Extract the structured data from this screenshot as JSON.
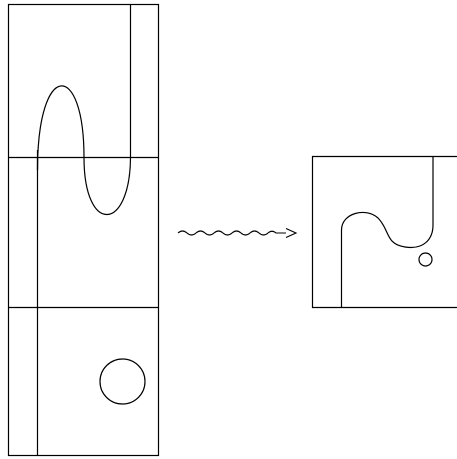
{
  "diagram": {
    "stroke_color": "#000000",
    "background_color": "#ffffff",
    "left_panel": {
      "cells": 3,
      "top_cell": {
        "curve": "s-curve"
      },
      "middle_cell": {
        "curve": "s-curve"
      },
      "bottom_cell": {
        "shape": "circle"
      }
    },
    "arrow": {
      "style": "wavy"
    },
    "right_panel": {
      "curve": "s-curve",
      "shape": "small-circle"
    }
  }
}
